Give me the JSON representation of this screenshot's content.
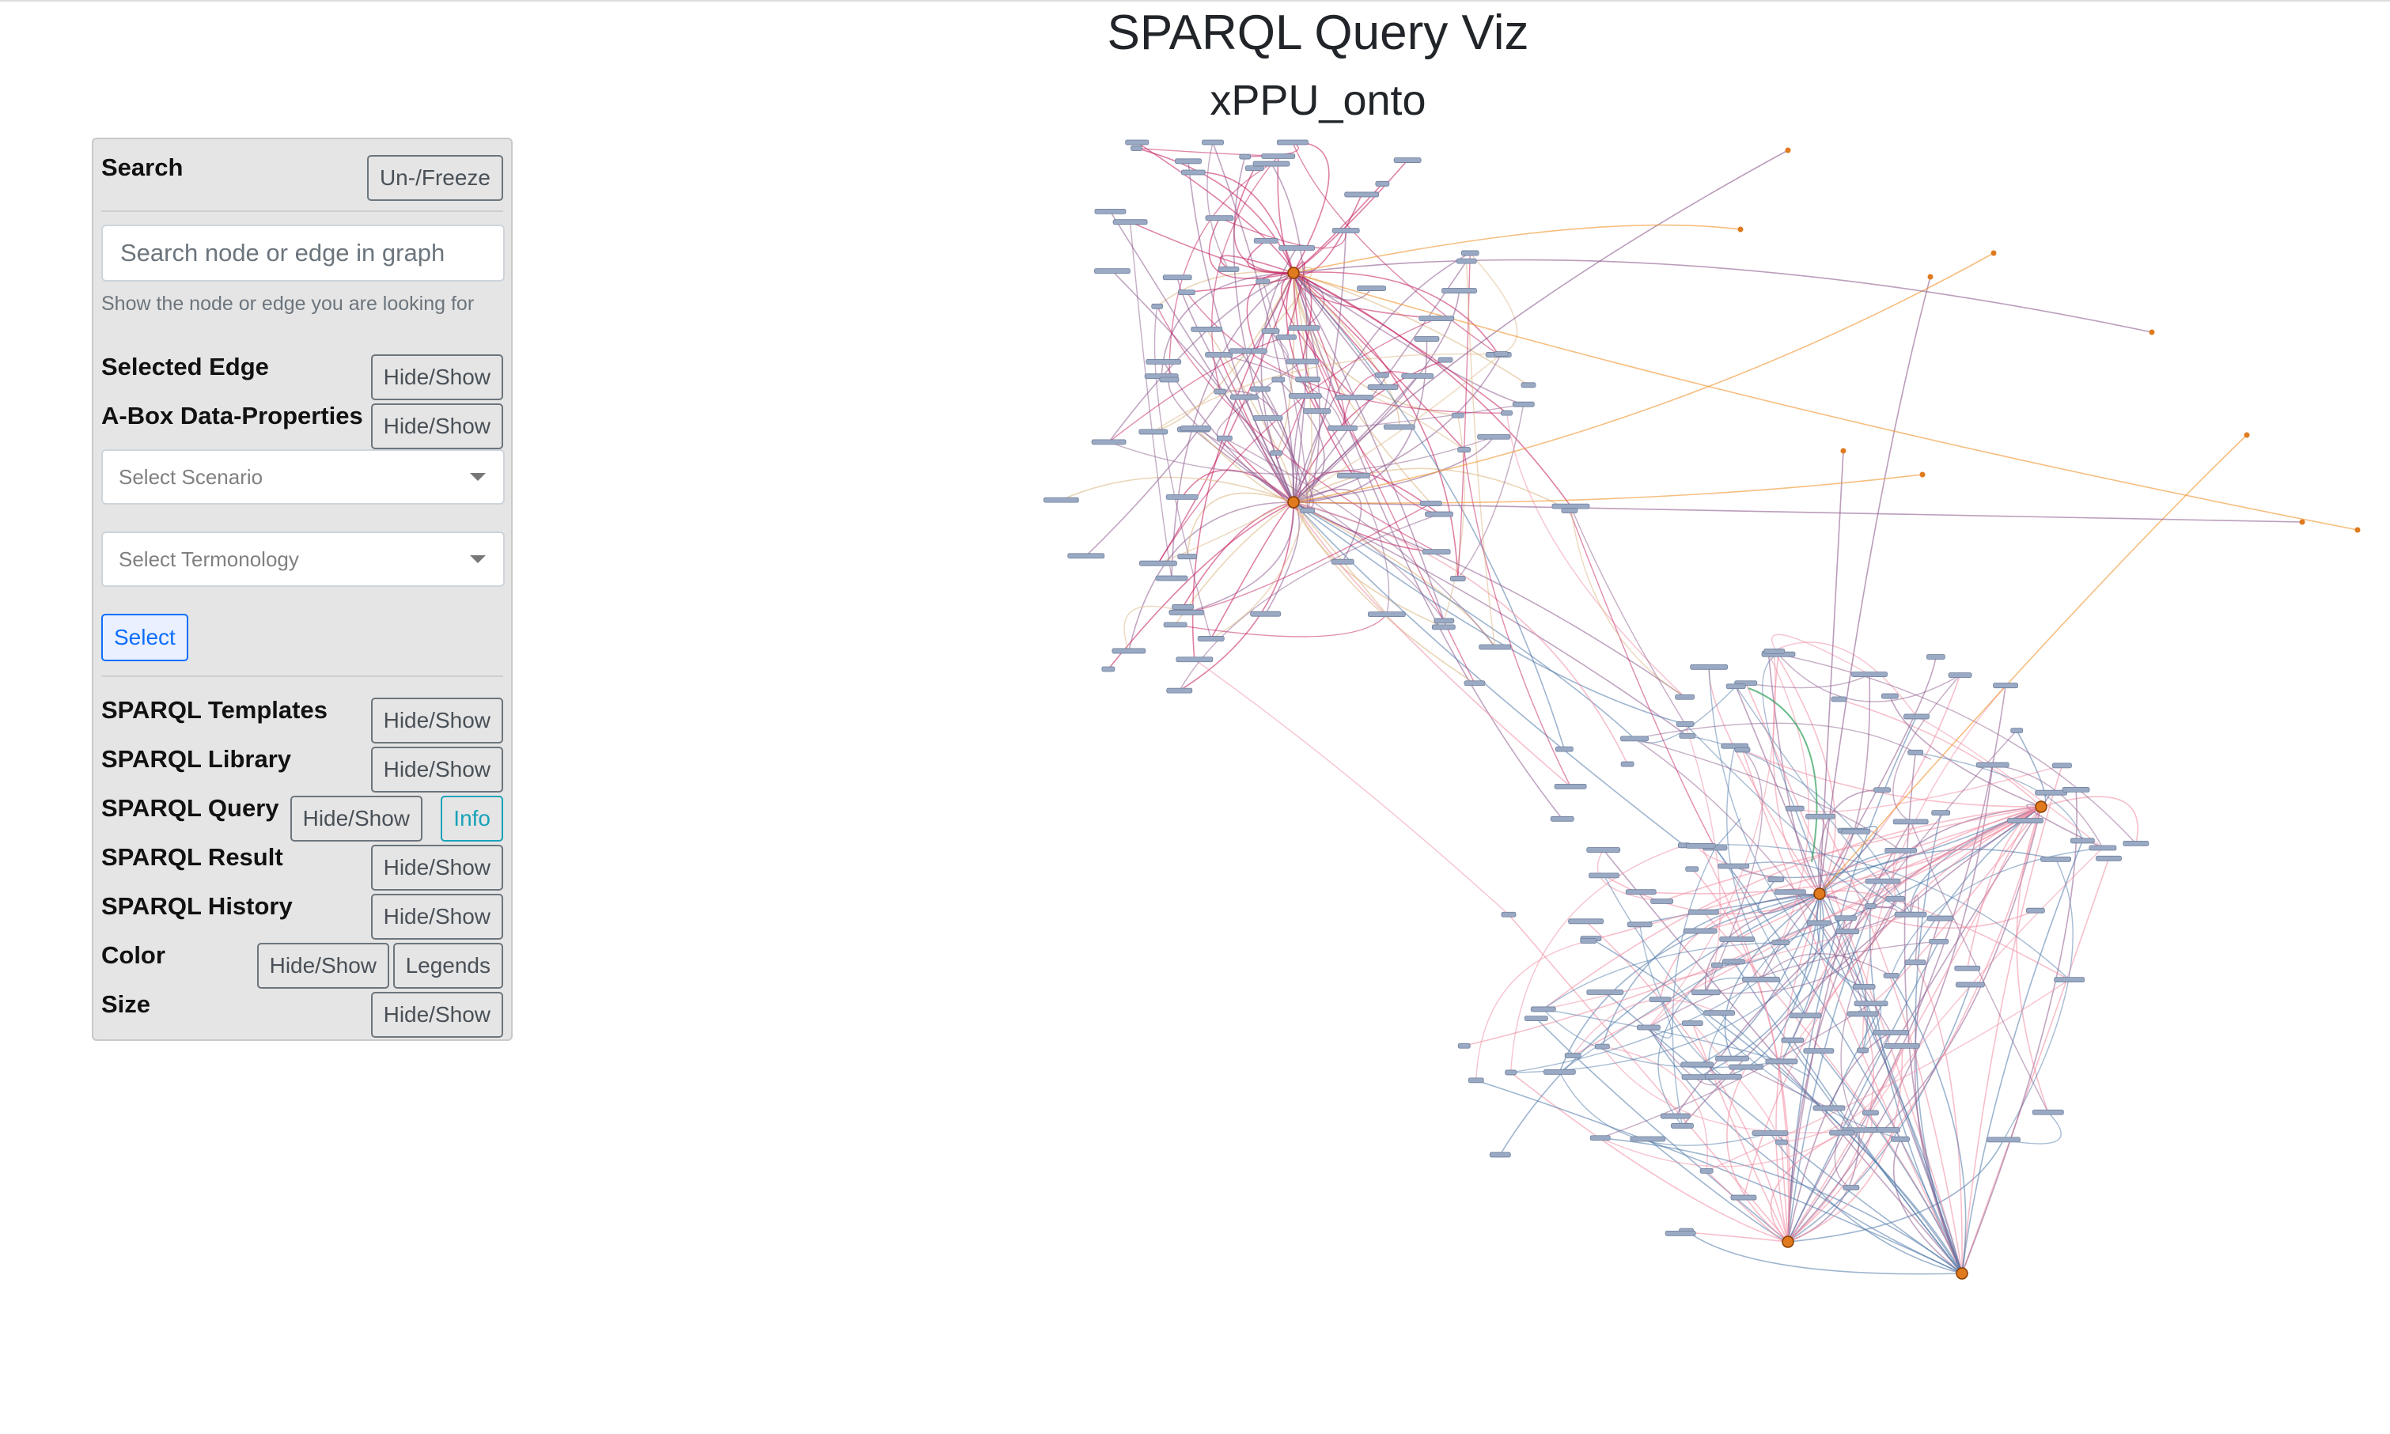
{
  "header": {
    "title": "SPARQL Query Viz",
    "subtitle": "xPPU_onto"
  },
  "panel": {
    "search": {
      "label": "Search",
      "freeze_button": "Un-/Freeze",
      "placeholder": "Search node or edge in graph",
      "hint": "Show the node or edge you are looking for"
    },
    "selected_edge": {
      "label": "Selected Edge",
      "button": "Hide/Show"
    },
    "abox": {
      "label": "A-Box Data-Properties",
      "button": "Hide/Show"
    },
    "scenario_select": {
      "placeholder": "Select Scenario"
    },
    "terminology_select": {
      "placeholder": "Select Termonology"
    },
    "select_button": "Select",
    "templates": {
      "label": "SPARQL Templates",
      "button": "Hide/Show"
    },
    "library": {
      "label": "SPARQL Library",
      "button": "Hide/Show"
    },
    "query": {
      "label": "SPARQL Query",
      "button": "Hide/Show",
      "info_button": "Info"
    },
    "result": {
      "label": "SPARQL Result",
      "button": "Hide/Show"
    },
    "history": {
      "label": "SPARQL History",
      "button": "Hide/Show"
    },
    "color": {
      "label": "Color",
      "button": "Hide/Show",
      "legends_button": "Legends"
    },
    "size": {
      "label": "Size",
      "button": "Hide/Show"
    }
  },
  "graph": {
    "edge_colors": [
      "#c2185b",
      "#8e5b8e",
      "#d9b27c",
      "#4f79a8",
      "#f08aa0",
      "#f0922b",
      "#2e9e5b"
    ],
    "node_color": "#9aaac4",
    "hub_color": "#e07a1f"
  }
}
